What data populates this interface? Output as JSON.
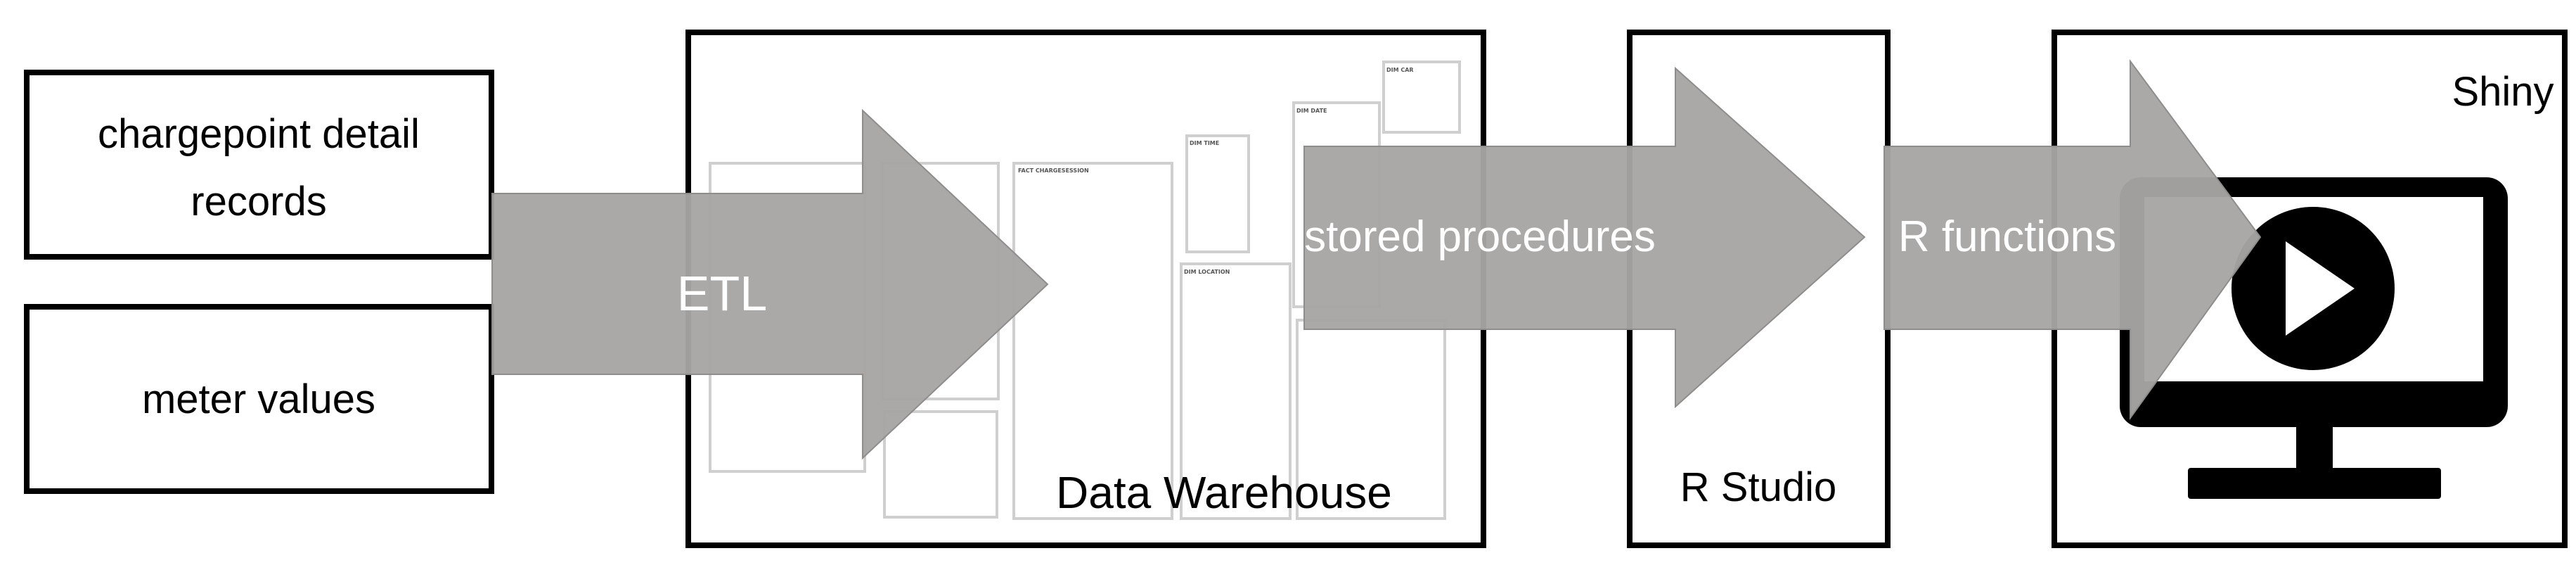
{
  "sources": {
    "chargepoint": [
      "chargepoint detail",
      "records"
    ],
    "meter_values": "meter values"
  },
  "arrows": {
    "etl": "ETL",
    "stored_procedures": "stored procedures",
    "r_functions": "R functions"
  },
  "boxes": {
    "data_warehouse": "Data Warehouse",
    "r_studio": "R Studio",
    "shiny": "Shiny"
  },
  "schema_tables": [
    "FACT CHARGESESSION",
    "DIM TIME",
    "DIM DATE",
    "DIM CAR",
    "DIM LOCATION"
  ],
  "colors": {
    "arrow_fill": "#a8a5a4",
    "border": "#000000",
    "schema_stroke": "#cfcfcf",
    "icon": "#000000"
  },
  "icons": {
    "shiny": "monitor-play-icon"
  }
}
